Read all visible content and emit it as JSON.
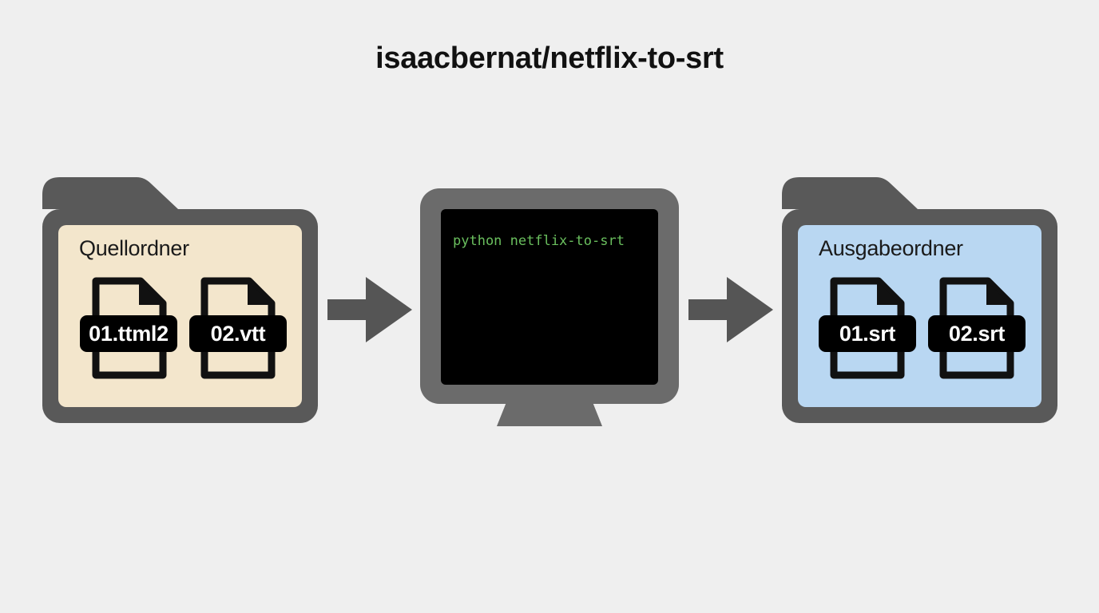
{
  "title": "isaacbernat/netflix-to-srt",
  "source_folder": {
    "label": "Quellordner",
    "fill": "#f3e6cc",
    "files": [
      "01.ttml2",
      "02.vtt"
    ]
  },
  "terminal": {
    "command": "python netflix-to-srt"
  },
  "output_folder": {
    "label": "Ausgabeordner",
    "fill": "#b9d7f2",
    "files": [
      "01.srt",
      "02.srt"
    ]
  },
  "colors": {
    "folder": "#595959",
    "arrow": "#555555",
    "monitor": "#6b6b6b",
    "terminal_text": "#6abf5e"
  },
  "icons": [
    "folder-icon",
    "file-icon",
    "arrow-right-icon",
    "monitor-icon"
  ]
}
